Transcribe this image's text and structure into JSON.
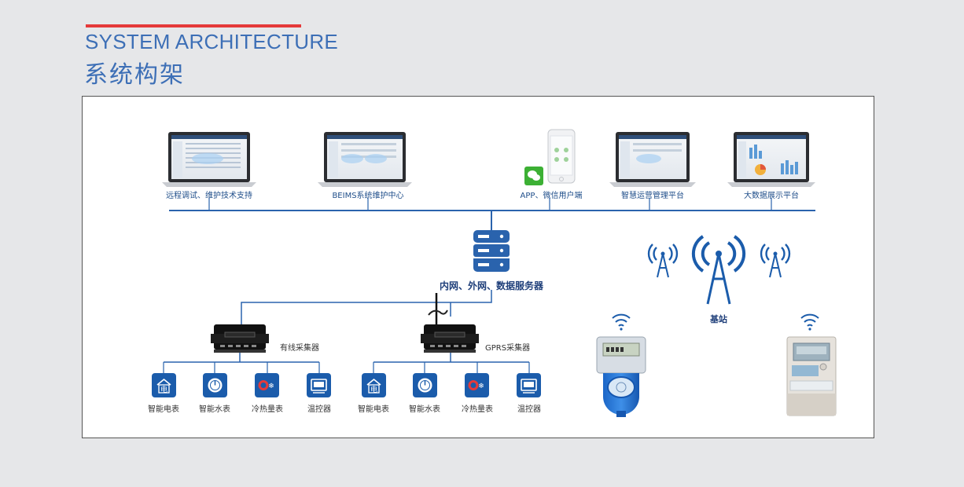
{
  "header": {
    "title_en": "SYSTEM ARCHITECTURE",
    "title_cn": "系统构架",
    "accent_color": "#e53a3a",
    "title_color": "#3d6fb6"
  },
  "top_nodes": [
    {
      "label": "远程调试、维护技术支持",
      "icon": "laptop-icon"
    },
    {
      "label": "BEIMS系统维护中心",
      "icon": "laptop-icon"
    },
    {
      "label": "APP、微信用户端",
      "icon": "smartphone-icon"
    },
    {
      "label": "智慧运营管理平台",
      "icon": "laptop-icon"
    },
    {
      "label": "大数据展示平台",
      "icon": "laptop-icon"
    }
  ],
  "server": {
    "label": "内网、外网、数据服务器",
    "icon": "server-icon"
  },
  "collectors": [
    {
      "label": "有线采集器",
      "icon": "collector-box-icon"
    },
    {
      "label": "GPRS采集器",
      "icon": "gprs-collector-icon"
    }
  ],
  "meters": [
    {
      "label": "智能电表",
      "icon": "electric-meter-icon"
    },
    {
      "label": "智能水表",
      "icon": "water-meter-icon"
    },
    {
      "label": "冷热量表",
      "icon": "heat-meter-icon"
    },
    {
      "label": "温控器",
      "icon": "thermostat-icon"
    }
  ],
  "base_station": {
    "label": "基站",
    "icon": "antenna-tower-icon"
  },
  "line_color": "#2a63ad"
}
